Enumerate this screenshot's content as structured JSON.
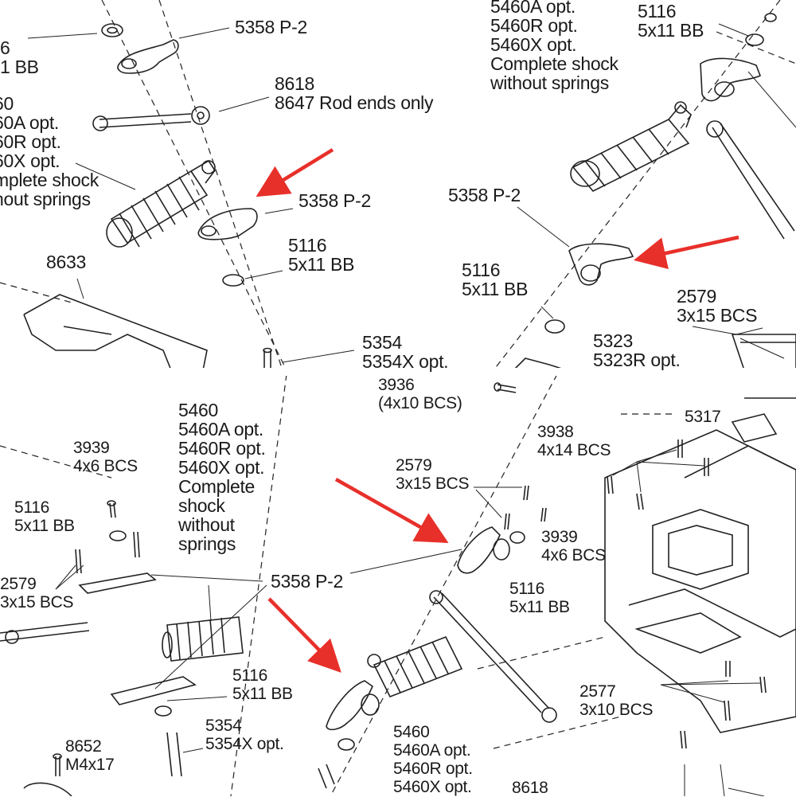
{
  "panels": {
    "top_left": {
      "labels": [
        {
          "id": "tl-5358-top",
          "lines": [
            "5358 P-2"
          ]
        },
        {
          "id": "tl-left-top",
          "lines": [
            "6",
            "1 BB"
          ]
        },
        {
          "id": "tl-8618",
          "lines": [
            "8618",
            "8647 Rod ends only"
          ]
        },
        {
          "id": "tl-shock",
          "lines": [
            "60",
            "60A opt.",
            "60R opt.",
            "60X opt.",
            "mplete shock",
            "hout springs"
          ]
        },
        {
          "id": "tl-5358-mid",
          "lines": [
            "5358 P-2"
          ]
        },
        {
          "id": "tl-5116",
          "lines": [
            "5116",
            "5x11 BB"
          ]
        },
        {
          "id": "tl-8633",
          "lines": [
            "8633"
          ]
        },
        {
          "id": "tl-5354",
          "lines": [
            "5354",
            "5354X opt."
          ]
        }
      ]
    },
    "top_right": {
      "labels": [
        {
          "id": "tr-shock",
          "lines": [
            "5460A opt.",
            "5460R opt.",
            "5460X opt.",
            "Complete shock",
            "without springs"
          ]
        },
        {
          "id": "tr-5116-top",
          "lines": [
            "5116",
            "5x11 BB"
          ]
        },
        {
          "id": "tr-5358",
          "lines": [
            "5358 P-2"
          ]
        },
        {
          "id": "tr-5116-mid",
          "lines": [
            "5116",
            "5x11 BB"
          ]
        },
        {
          "id": "tr-2579",
          "lines": [
            "2579",
            "3x15 BCS"
          ]
        },
        {
          "id": "tr-5323",
          "lines": [
            "5323",
            "5323R opt."
          ]
        }
      ]
    },
    "bottom": {
      "labels": [
        {
          "id": "b-3936",
          "lines": [
            "3936",
            "(4x10 BCS)"
          ]
        },
        {
          "id": "b-shock-top",
          "lines": [
            "5460",
            "5460A opt.",
            "5460R opt.",
            "5460X opt.",
            "Complete",
            "shock",
            "without",
            "springs"
          ]
        },
        {
          "id": "b-3939-left",
          "lines": [
            "3939",
            "4x6 BCS"
          ]
        },
        {
          "id": "b-5116-left",
          "lines": [
            "5116",
            "5x11 BB"
          ]
        },
        {
          "id": "b-2579-left",
          "lines": [
            "2579",
            "3x15 BCS"
          ]
        },
        {
          "id": "b-5358",
          "lines": [
            "5358 P-2"
          ]
        },
        {
          "id": "b-2579-mid",
          "lines": [
            "2579",
            "3x15 BCS"
          ]
        },
        {
          "id": "b-3939-right",
          "lines": [
            "3939",
            "4x6 BCS"
          ]
        },
        {
          "id": "b-5116-right",
          "lines": [
            "5116",
            "5x11 BB"
          ]
        },
        {
          "id": "b-3938",
          "lines": [
            "3938",
            "4x14 BCS"
          ]
        },
        {
          "id": "b-5317",
          "lines": [
            "5317"
          ]
        },
        {
          "id": "b-5116-bottom",
          "lines": [
            "5116",
            "5x11 BB"
          ]
        },
        {
          "id": "b-5354",
          "lines": [
            "5354",
            "5354X opt."
          ]
        },
        {
          "id": "b-8652",
          "lines": [
            "8652",
            "M4x17"
          ]
        },
        {
          "id": "b-shock-bottom",
          "lines": [
            "5460",
            "5460A opt.",
            "5460R opt.",
            "5460X opt."
          ]
        },
        {
          "id": "b-8618",
          "lines": [
            "8618"
          ]
        },
        {
          "id": "b-2577",
          "lines": [
            "2577",
            "3x10 BCS"
          ]
        }
      ]
    }
  },
  "colors": {
    "ink": "#1a1a1a",
    "arrow": "#e8302a",
    "background": "#ffffff"
  }
}
